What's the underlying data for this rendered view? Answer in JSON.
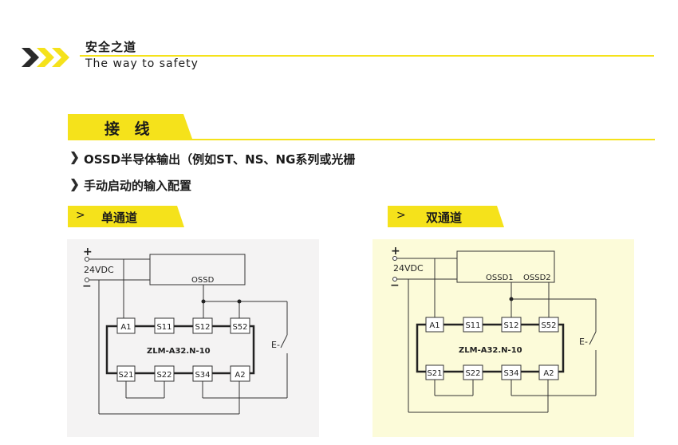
{
  "header": {
    "title_cn": "安全之道",
    "title_en": "The way to safety"
  },
  "section": {
    "title": "接 线",
    "bullets": [
      "OSSD半导体输出（例如ST、NS、NG系列或光栅",
      "手动启动的输入配置"
    ]
  },
  "single": {
    "label": "单通道",
    "arrow": ">",
    "plus": "+",
    "minus": "−",
    "voltage": "24VDC",
    "ossd": "OSSD",
    "model": "ZLM-A32.N-10",
    "switch": "E-",
    "terminals_top": [
      "A1",
      "S11",
      "S12",
      "S52"
    ],
    "terminals_bottom": [
      "S21",
      "S22",
      "S34",
      "A2"
    ]
  },
  "dual": {
    "label": "双通道",
    "arrow": ">",
    "plus": "+",
    "minus": "−",
    "voltage": "24VDC",
    "ossd1": "OSSD1",
    "ossd2": "OSSD2",
    "model": "ZLM-A32.N-10",
    "switch": "E-",
    "terminals_top": [
      "A1",
      "S11",
      "S12",
      "S52"
    ],
    "terminals_bottom": [
      "S21",
      "S22",
      "S34",
      "A2"
    ]
  },
  "colors": {
    "accent": "#f5e21b",
    "single_bg": "#f4f3f3",
    "dual_bg": "#fcfbd9",
    "line": "#333333"
  }
}
